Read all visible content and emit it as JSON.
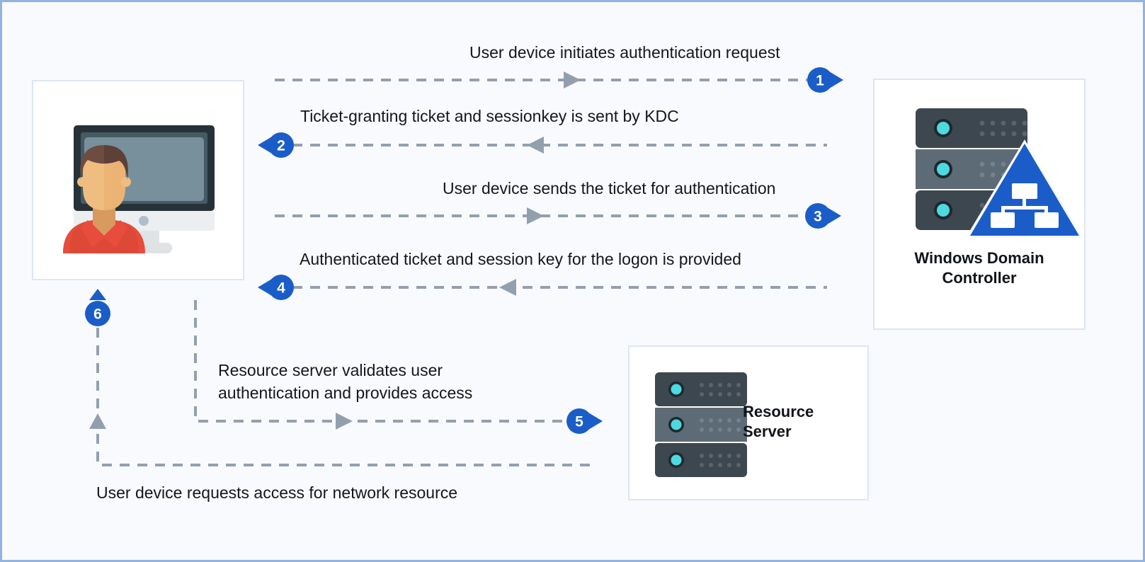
{
  "diagram": {
    "title": "Kerberos authentication flow",
    "background_color": "#f9fafd",
    "frame_border_color": "#93b3e0",
    "accent_color": "#1a5dc8",
    "connector_color": "#949fae",
    "card_border_color": "#dce6f4"
  },
  "nodes": {
    "user_device": {
      "label": "",
      "icon": "user-at-computer-icon"
    },
    "domain_controller": {
      "label": "Windows Domain\nController",
      "label_line1": "Windows Domain",
      "label_line2": "Controller",
      "icon": "server-stack-with-network-triangle-icon"
    },
    "resource_server": {
      "label": "Resource\nServer",
      "label_line1": "Resource",
      "label_line2": "Server",
      "icon": "server-stack-icon"
    }
  },
  "steps": [
    {
      "number": "1",
      "label": "User device initiates authentication request",
      "direction": "right",
      "from": "user_device",
      "to": "domain_controller"
    },
    {
      "number": "2",
      "label": "Ticket-granting ticket and sessionkey is sent by KDC",
      "direction": "left",
      "from": "domain_controller",
      "to": "user_device"
    },
    {
      "number": "3",
      "label": "User device sends the ticket for authentication",
      "direction": "right",
      "from": "user_device",
      "to": "domain_controller"
    },
    {
      "number": "4",
      "label": "Authenticated ticket and session key for the logon is provided",
      "direction": "left",
      "from": "domain_controller",
      "to": "user_device"
    },
    {
      "number": "5",
      "label_line1": "Resource server validates user",
      "label_line2": "authentication and provides access",
      "direction": "right",
      "from": "user_device",
      "to": "resource_server"
    },
    {
      "number": "6",
      "label": "User device requests access for network resource",
      "direction": "up",
      "from": "resource_server",
      "to": "user_device"
    }
  ]
}
